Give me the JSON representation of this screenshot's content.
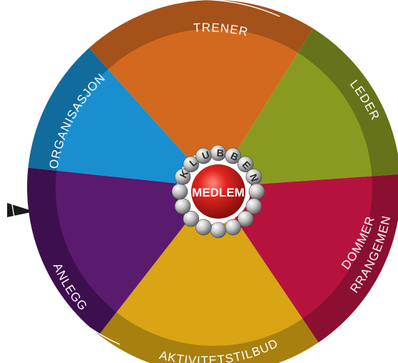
{
  "center": {
    "title": "MEDLEM",
    "ring_word": "KLUBBEN",
    "color": "#c8201e"
  },
  "segments": [
    {
      "key": "trener",
      "label": "TRENER",
      "color": "#d2691e",
      "rim": "#a4511a"
    },
    {
      "key": "leder",
      "label": "LEDER",
      "color": "#8a9a20",
      "rim": "#66731a"
    },
    {
      "key": "dommer",
      "label_lines": [
        "DOMMER",
        "ARRANGEMENT"
      ],
      "color": "#b5133e",
      "rim": "#8a0f30"
    },
    {
      "key": "aktivitet",
      "label": "AKTIVITETSTILBUD",
      "color": "#d9a514",
      "rim": "#a8800f"
    },
    {
      "key": "anlegg",
      "label": "ANLEGG",
      "color": "#5a1a6e",
      "rim": "#3e0f4e"
    },
    {
      "key": "organisasjon",
      "label": "ORGANISASJON",
      "color": "#1a8fcf",
      "rim": "#116b9c"
    }
  ]
}
